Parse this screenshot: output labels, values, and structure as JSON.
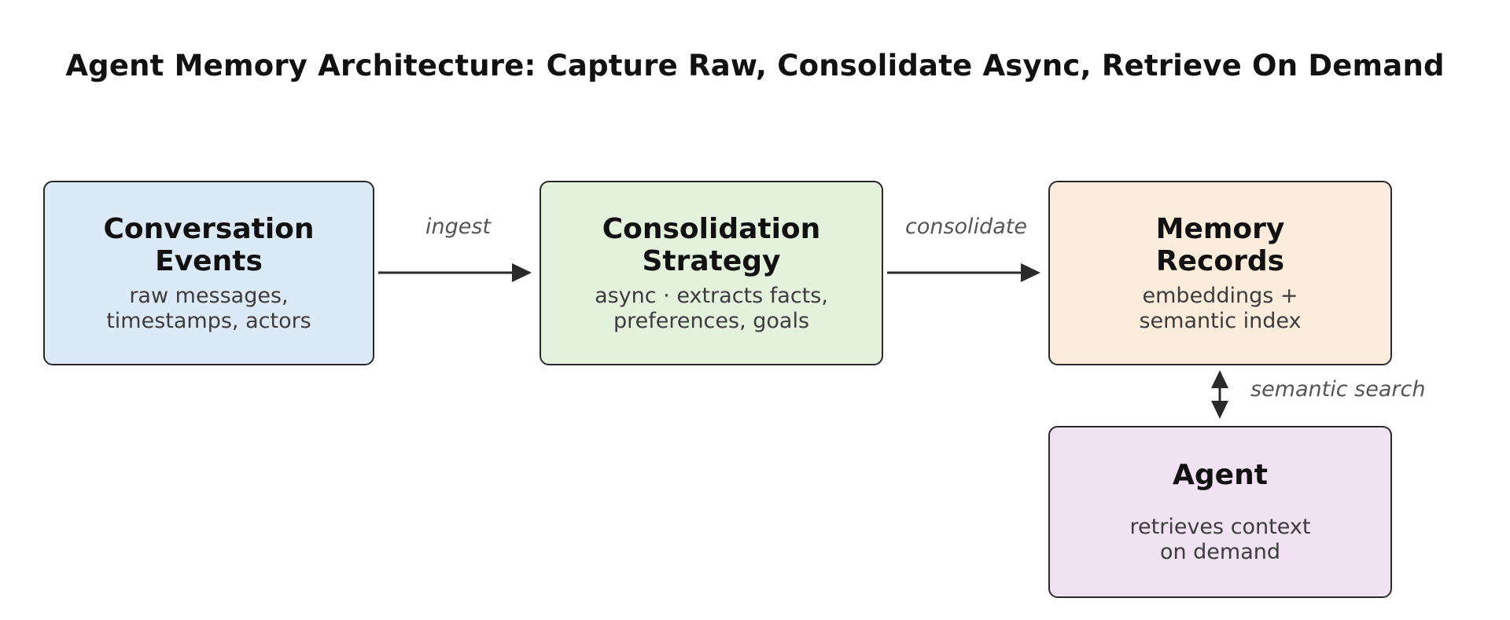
{
  "title": "Agent Memory Architecture: Capture Raw, Consolidate Async, Retrieve On Demand",
  "nodes": {
    "events": {
      "title": "Conversation\nEvents",
      "subtitle": "raw messages,\ntimestamps, actors",
      "color": "#dce9f6"
    },
    "strategy": {
      "title": "Consolidation\nStrategy",
      "subtitle": "async · extracts facts,\npreferences, goals",
      "color": "#e4f1dd"
    },
    "records": {
      "title": "Memory\nRecords",
      "subtitle": "embeddings +\nsemantic index",
      "color": "#fcecdc"
    },
    "agent": {
      "title": "Agent",
      "subtitle": "retrieves context\non demand",
      "color": "#f1e2f3"
    }
  },
  "edges": {
    "ingest": "ingest",
    "consolidate": "consolidate",
    "semantic_search": "semantic search"
  }
}
